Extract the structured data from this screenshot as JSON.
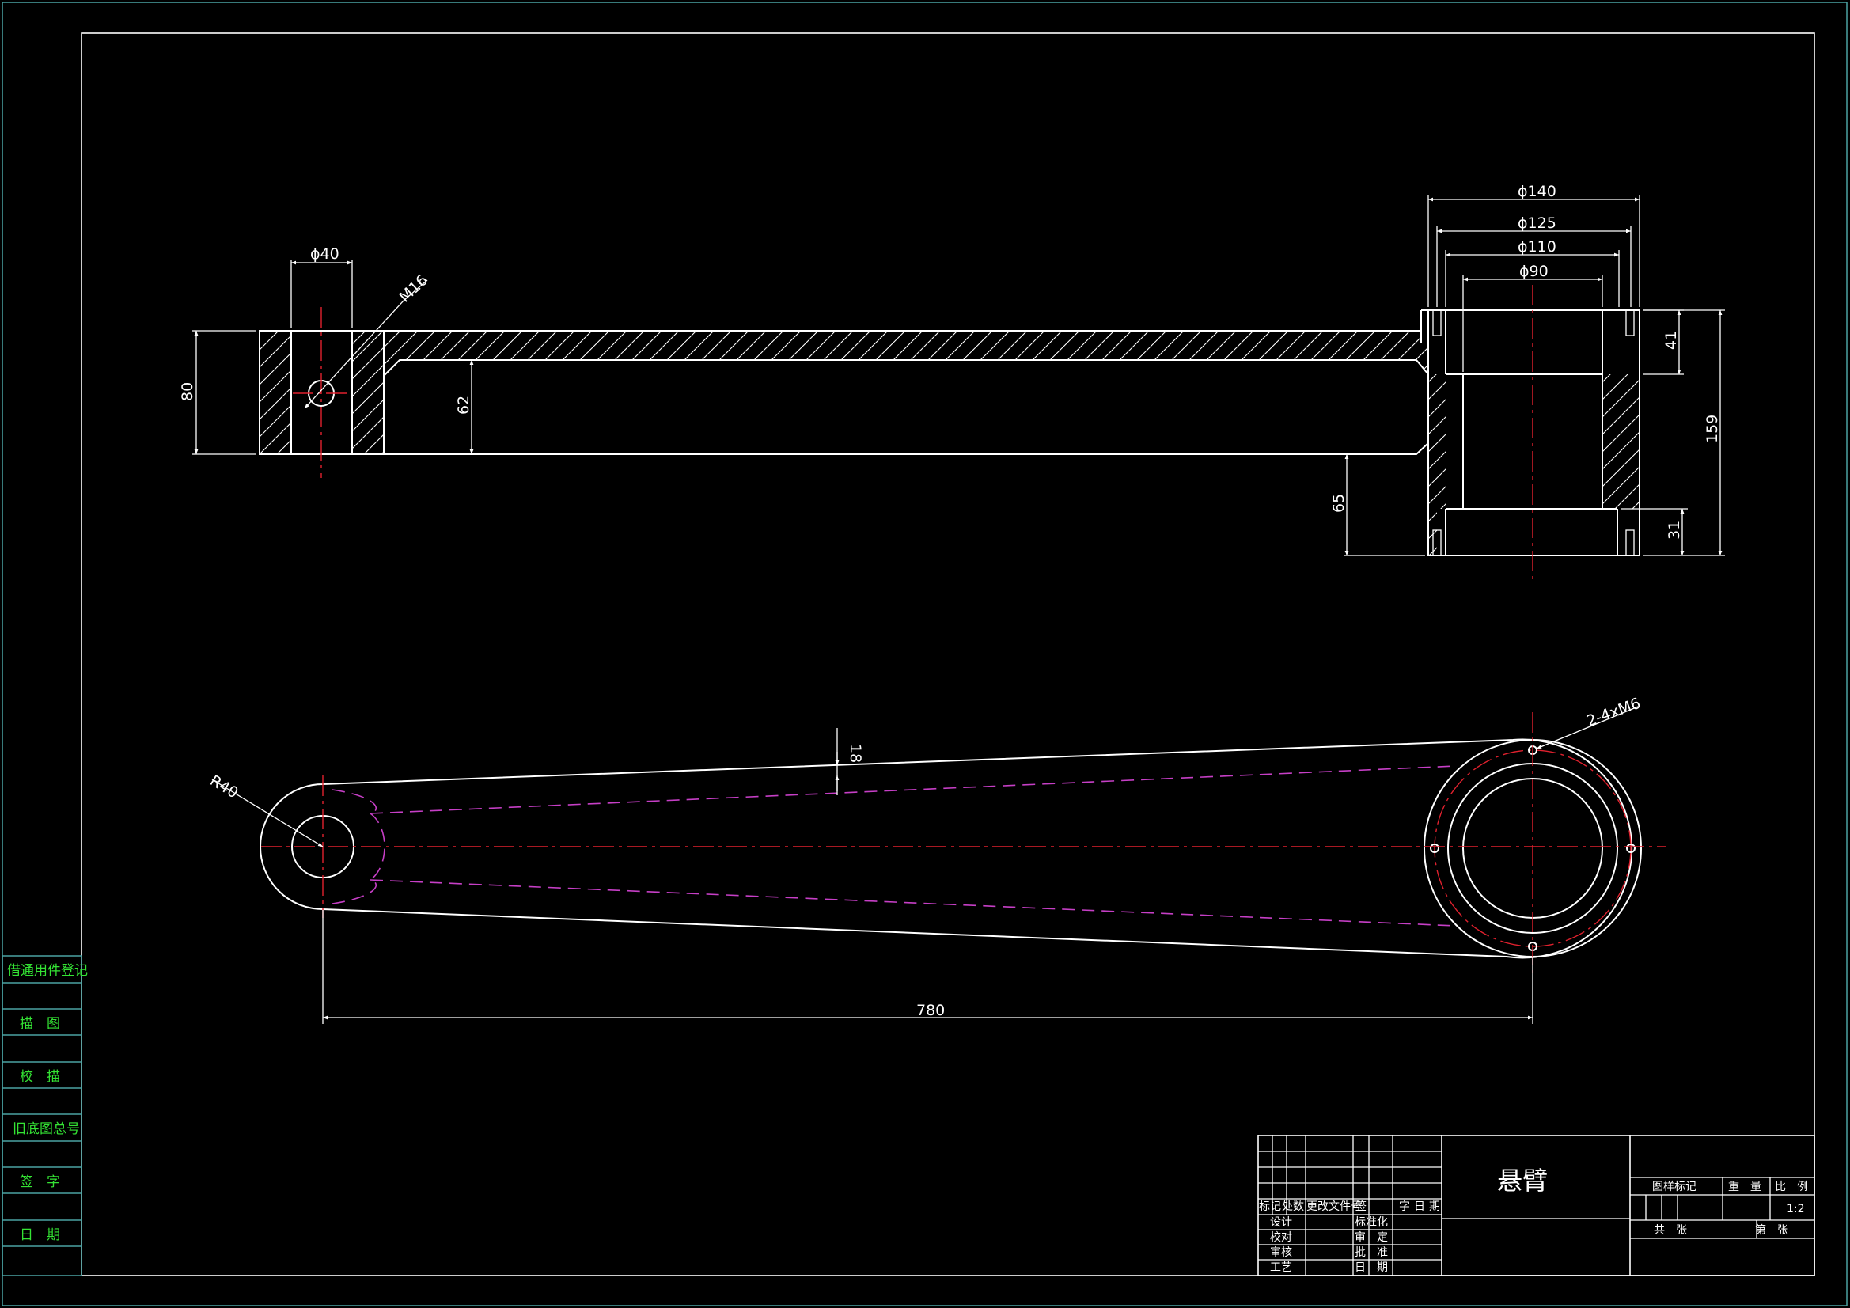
{
  "drawing": {
    "dimensions_top": {
      "d40": "ϕ40",
      "m16": "M16",
      "d140": "ϕ140",
      "d125": "ϕ125",
      "d110": "ϕ110",
      "d90": "ϕ90",
      "h80": "80",
      "h62": "62",
      "h65": "65",
      "h41": "41",
      "h31": "31",
      "h159": "159"
    },
    "dimensions_plan": {
      "r40": "R40",
      "t18": "18",
      "holes": "2-4xM6",
      "len780": "780"
    }
  },
  "title_block": {
    "part_name": "悬臂",
    "rev_header": [
      "标记",
      "处数",
      "更改文件号",
      "签",
      "字",
      "日",
      "期"
    ],
    "labels_left": [
      "设计",
      "校对",
      "审核",
      "工艺"
    ],
    "labels_mid": [
      "标准化",
      "审　定",
      "批　准",
      "日　期"
    ],
    "mark_header": [
      "图样标记",
      "重　量",
      "比　例"
    ],
    "scale": "1:2",
    "sheets_total": "共　张",
    "sheet_no": "第　张"
  },
  "side_panel": [
    "借通用件登记",
    "描　图",
    "校　描",
    "旧底图总号",
    "签　字",
    "日　期"
  ]
}
